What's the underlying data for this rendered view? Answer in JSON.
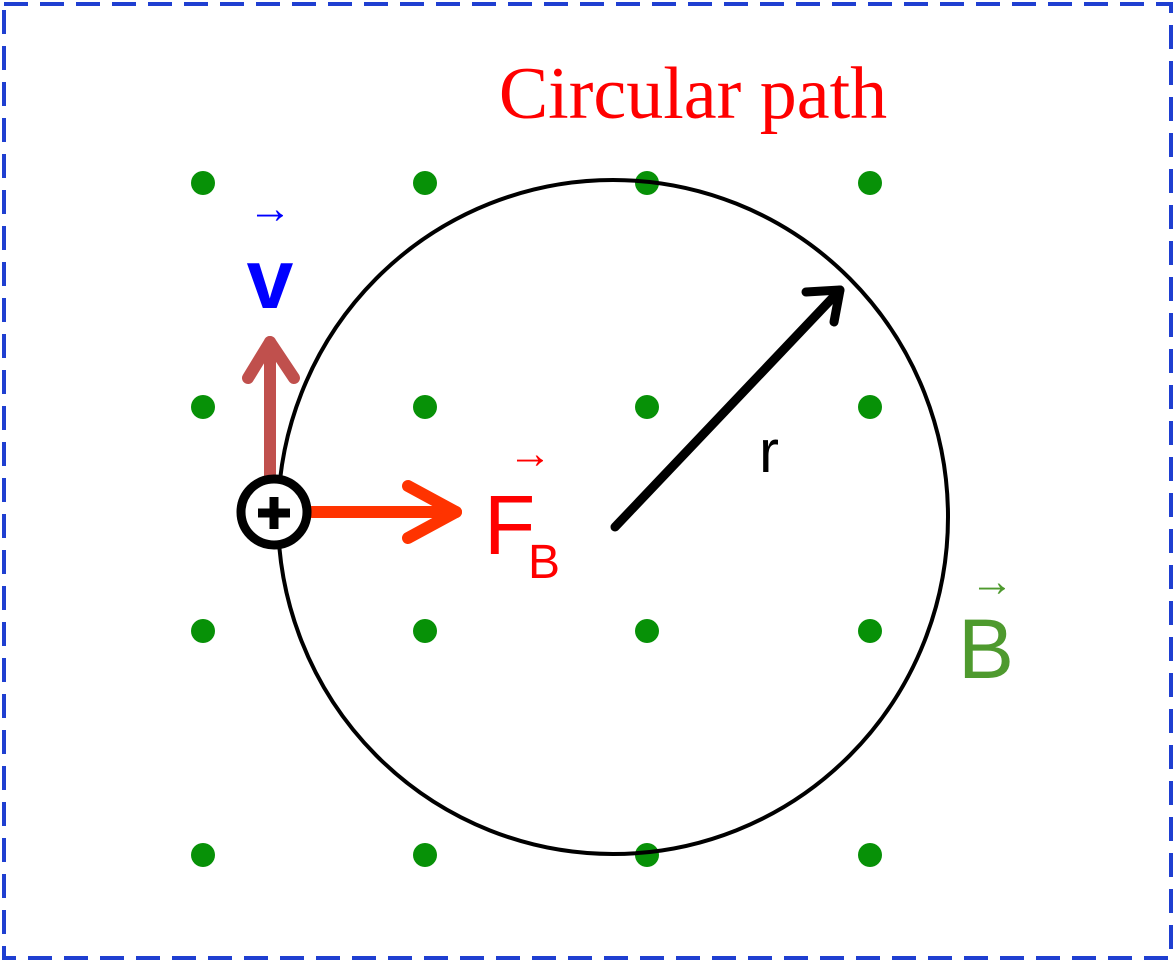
{
  "title": "Circular path",
  "labels": {
    "velocity": "v",
    "force_main": "F",
    "force_sub": "B",
    "field": "B",
    "radius": "r",
    "vector_arrow": "→"
  },
  "charge": {
    "sign": "+"
  },
  "colors": {
    "border": "#1f3fd1",
    "title": "#ff0000",
    "velocity_label": "#0000ff",
    "velocity_arrow": "#c0504d",
    "force_arrow": "#ff3300",
    "force_label": "#ff0000",
    "field_label": "#4e9a2e",
    "field_dots": "#079107",
    "circle": "#000000",
    "radius": "#000000",
    "charge": "#000000"
  }
}
